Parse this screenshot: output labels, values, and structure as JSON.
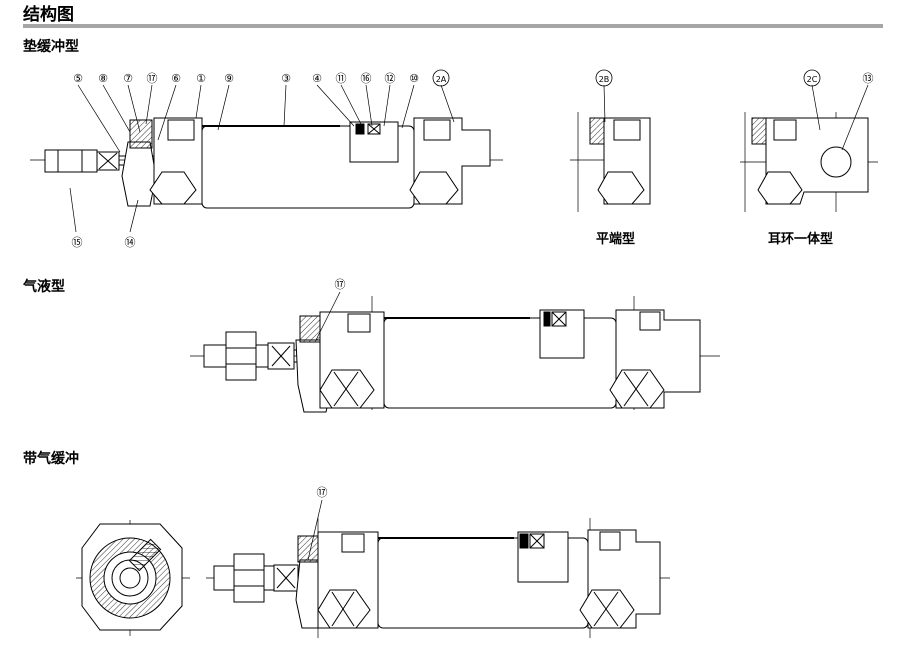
{
  "page": {
    "title": "结构图"
  },
  "sections": {
    "cushion_pad": "垫缓冲型",
    "air_hydro": "气液型",
    "air_cushion": "带气缓冲"
  },
  "variants": {
    "flat_end": "平端型",
    "clevis_integrated": "耳环一体型"
  },
  "callouts": {
    "c5": "⑤",
    "c8": "⑧",
    "c7": "⑦",
    "c17": "⑰",
    "c6": "⑥",
    "c1": "①",
    "c9": "⑨",
    "c3": "③",
    "c4": "④",
    "c11": "⑪",
    "c16": "⑯",
    "c12": "⑫",
    "c10": "⑩",
    "c2A": "2A",
    "c2B": "2B",
    "c2C": "2C",
    "c13": "⑬",
    "c15": "⑮",
    "c14": "⑭",
    "c17b": "⑰",
    "c17c": "⑰"
  }
}
